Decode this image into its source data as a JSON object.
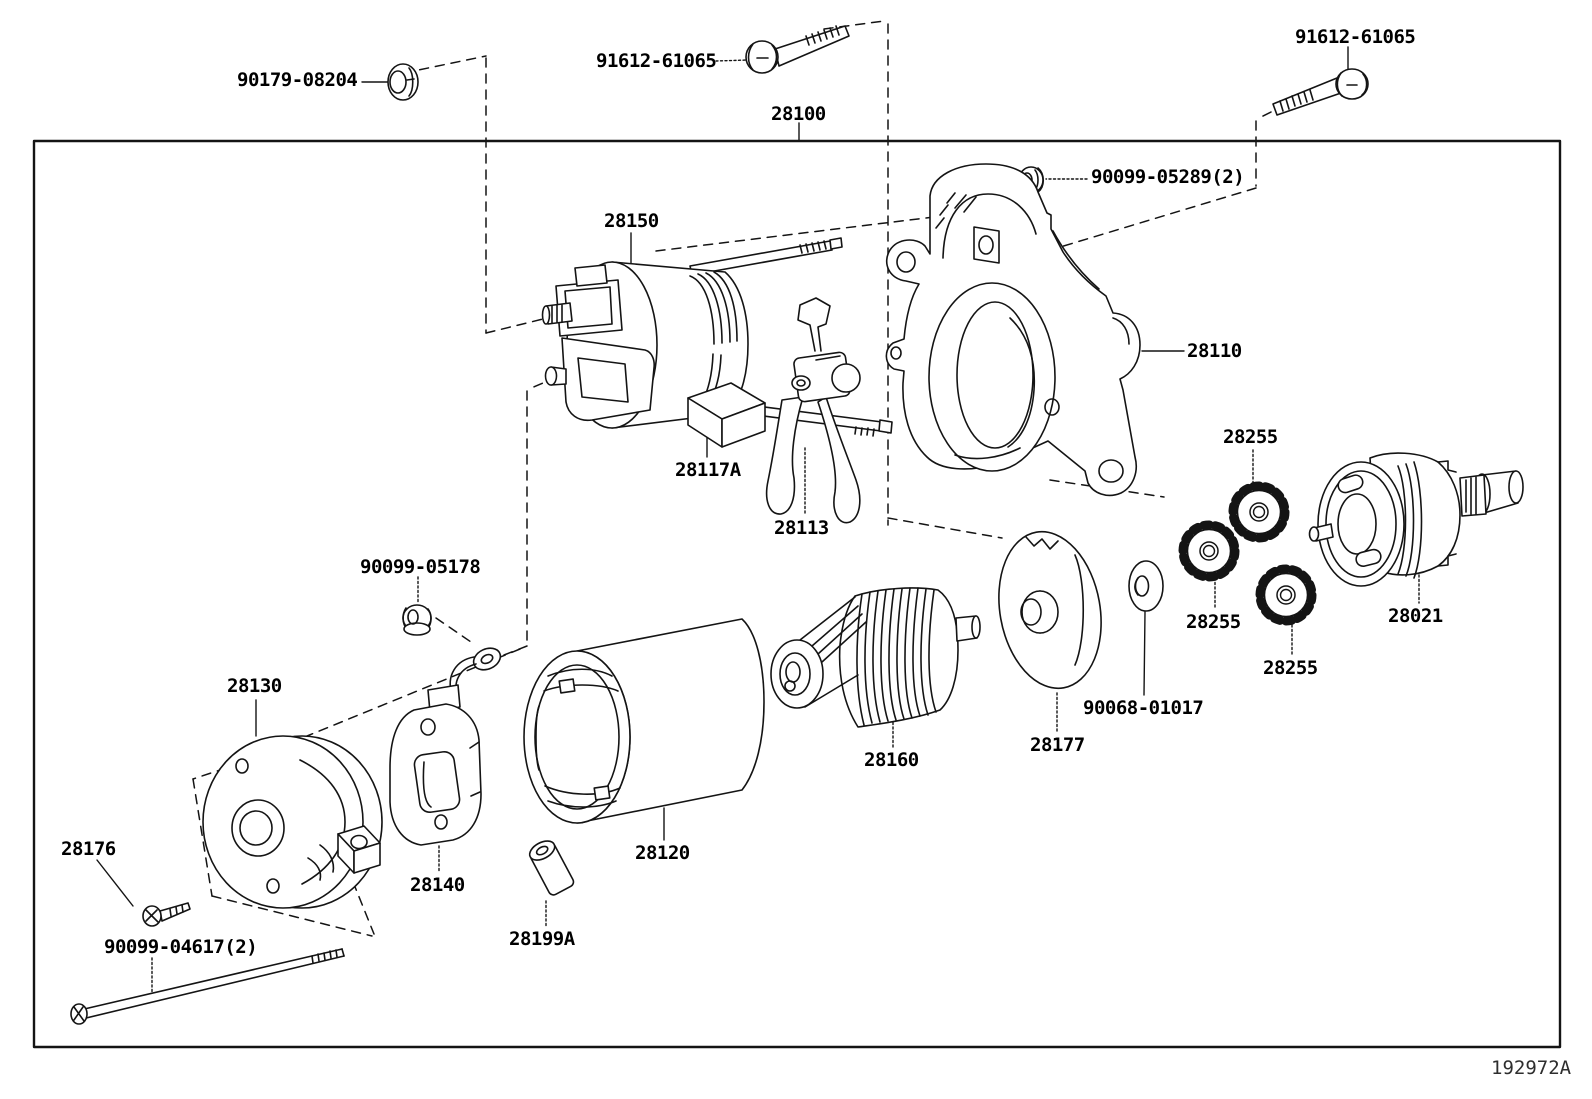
{
  "diagram": {
    "title_hint": "starter exploded parts diagram",
    "footer_code": "192972A",
    "labels": [
      "90179-08204",
      "91612-61065",
      "28100",
      "91612-61065",
      "90099-05289(2)",
      "28150",
      "28110",
      "28117A",
      "28113",
      "28255",
      "28255",
      "28255",
      "28021",
      "90068-01017",
      "28177",
      "28160",
      "28120",
      "28130",
      "28140",
      "28199A",
      "28176",
      "90099-04617(2)",
      "90099-05178"
    ]
  }
}
